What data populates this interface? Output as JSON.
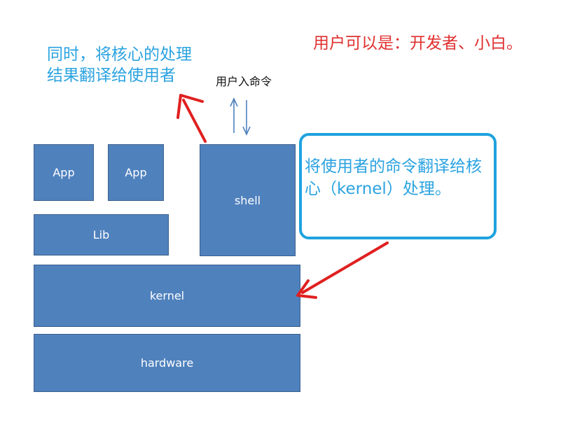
{
  "notes": {
    "result": [
      "同时，将核心的处理",
      "结果翻译给使用者"
    ],
    "users": "用户可以是：开发者、小白。",
    "user_command": "用户入命令",
    "callout": "将使用者的命令翻译给核心（kernel）处理。"
  },
  "blocks": {
    "app1": "App",
    "app2": "App",
    "lib": "Lib",
    "shell": "shell",
    "kernel": "kernel",
    "hardware": "hardware"
  },
  "colors": {
    "block_fill": "#4f81bd",
    "note_blue": "#2ba3e0",
    "note_red": "#e03030",
    "arrow_red": "#e02020",
    "arrow_blue": "#4f81bd"
  }
}
